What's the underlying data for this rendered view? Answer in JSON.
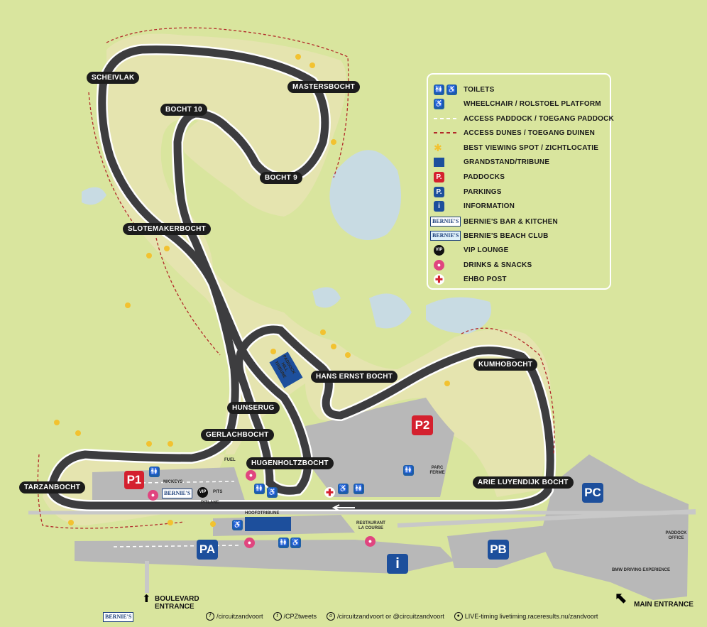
{
  "map": {
    "corners": {
      "scheivlak": "SCHEIVLAK",
      "mastersbocht": "MASTERSBOCHT",
      "bocht10": "BOCHT 10",
      "bocht9": "BOCHT 9",
      "slotemakerbocht": "SLOTEMAKERBOCHT",
      "hans_ernst_bocht": "HANS ERNST BOCHT",
      "kumhobocht": "KUMHOBOCHT",
      "hunserug": "HUNSERUG",
      "gerlachbocht": "GERLACHBOCHT",
      "hugenholtzbocht": "HUGENHOLTZBOCHT",
      "tarzanbocht": "TARZANBOCHT",
      "arie_luyendijk_bocht": "ARIE LUYENDIJK BOCHT"
    },
    "paddocks": {
      "p1": "P1",
      "p2": "P2"
    },
    "parkings": {
      "pa": "PA",
      "pb": "PB",
      "pc": "PC"
    },
    "info": "i",
    "small_labels": {
      "fuel": "FUEL",
      "mickeys": "MICKEYS",
      "pits": "PITS",
      "pitlane": "PITLANE",
      "vip": "VIP",
      "hoofdtribune": "HOOFDTRIBUNE",
      "paddock_hill_tribune": "PADDOCK HILL TRIBUNE",
      "restaurant": "RESTAURANT LA COURSE",
      "parc_ferme": "PARC FERME",
      "paddock_office": "PADDOCK OFFICE",
      "bmw": "BMW DRIVING EXPERIENCE",
      "bernies": "BERNIE'S"
    },
    "entrances": {
      "boulevard": "BOULEVARD ENTRANCE",
      "main": "MAIN ENTRANCE"
    }
  },
  "legend": {
    "toilets": "TOILETS",
    "wheelchair": "WHEELCHAIR / ROLSTOEL PLATFORM",
    "access_paddock": "ACCESS PADDOCK / TOEGANG PADDOCK",
    "access_dunes": "ACCESS DUNES / TOEGANG DUINEN",
    "viewing": "BEST VIEWING SPOT / ZICHTLOCATIE",
    "grandstand": "GRANDSTAND/TRIBUNE",
    "paddocks": "PADDOCKS",
    "parkings": "PARKINGS",
    "information": "INFORMATION",
    "bernies_bar": "BERNIE'S BAR & KITCHEN",
    "bernies_beach": "BERNIE'S BEACH CLUB",
    "vip_lounge": "VIP LOUNGE",
    "drinks": "DRINKS & SNACKS",
    "ehbo": "EHBO POST",
    "icon_p": "P.",
    "icon_i": "i",
    "icon_vip": "VIP",
    "icon_bernies": "BERNIE'S"
  },
  "footer": {
    "facebook": "/circuitzandvoort",
    "twitter": "/CPZtweets",
    "instagram": "/circuitzandvoort or @circuitzandvoort",
    "live": "LIVE-timing livetiming.raceresults.nu/zandvoort"
  },
  "colors": {
    "grass": "#d9e59e",
    "sand": "#efe3b5",
    "water": "#c8dbe3",
    "asphalt": "#3d3d3f",
    "paddock_red": "#d4202e",
    "parking_blue": "#1d4f9c",
    "toilet_blue": "#1f5fa6",
    "drinks_pink": "#e0457f"
  }
}
